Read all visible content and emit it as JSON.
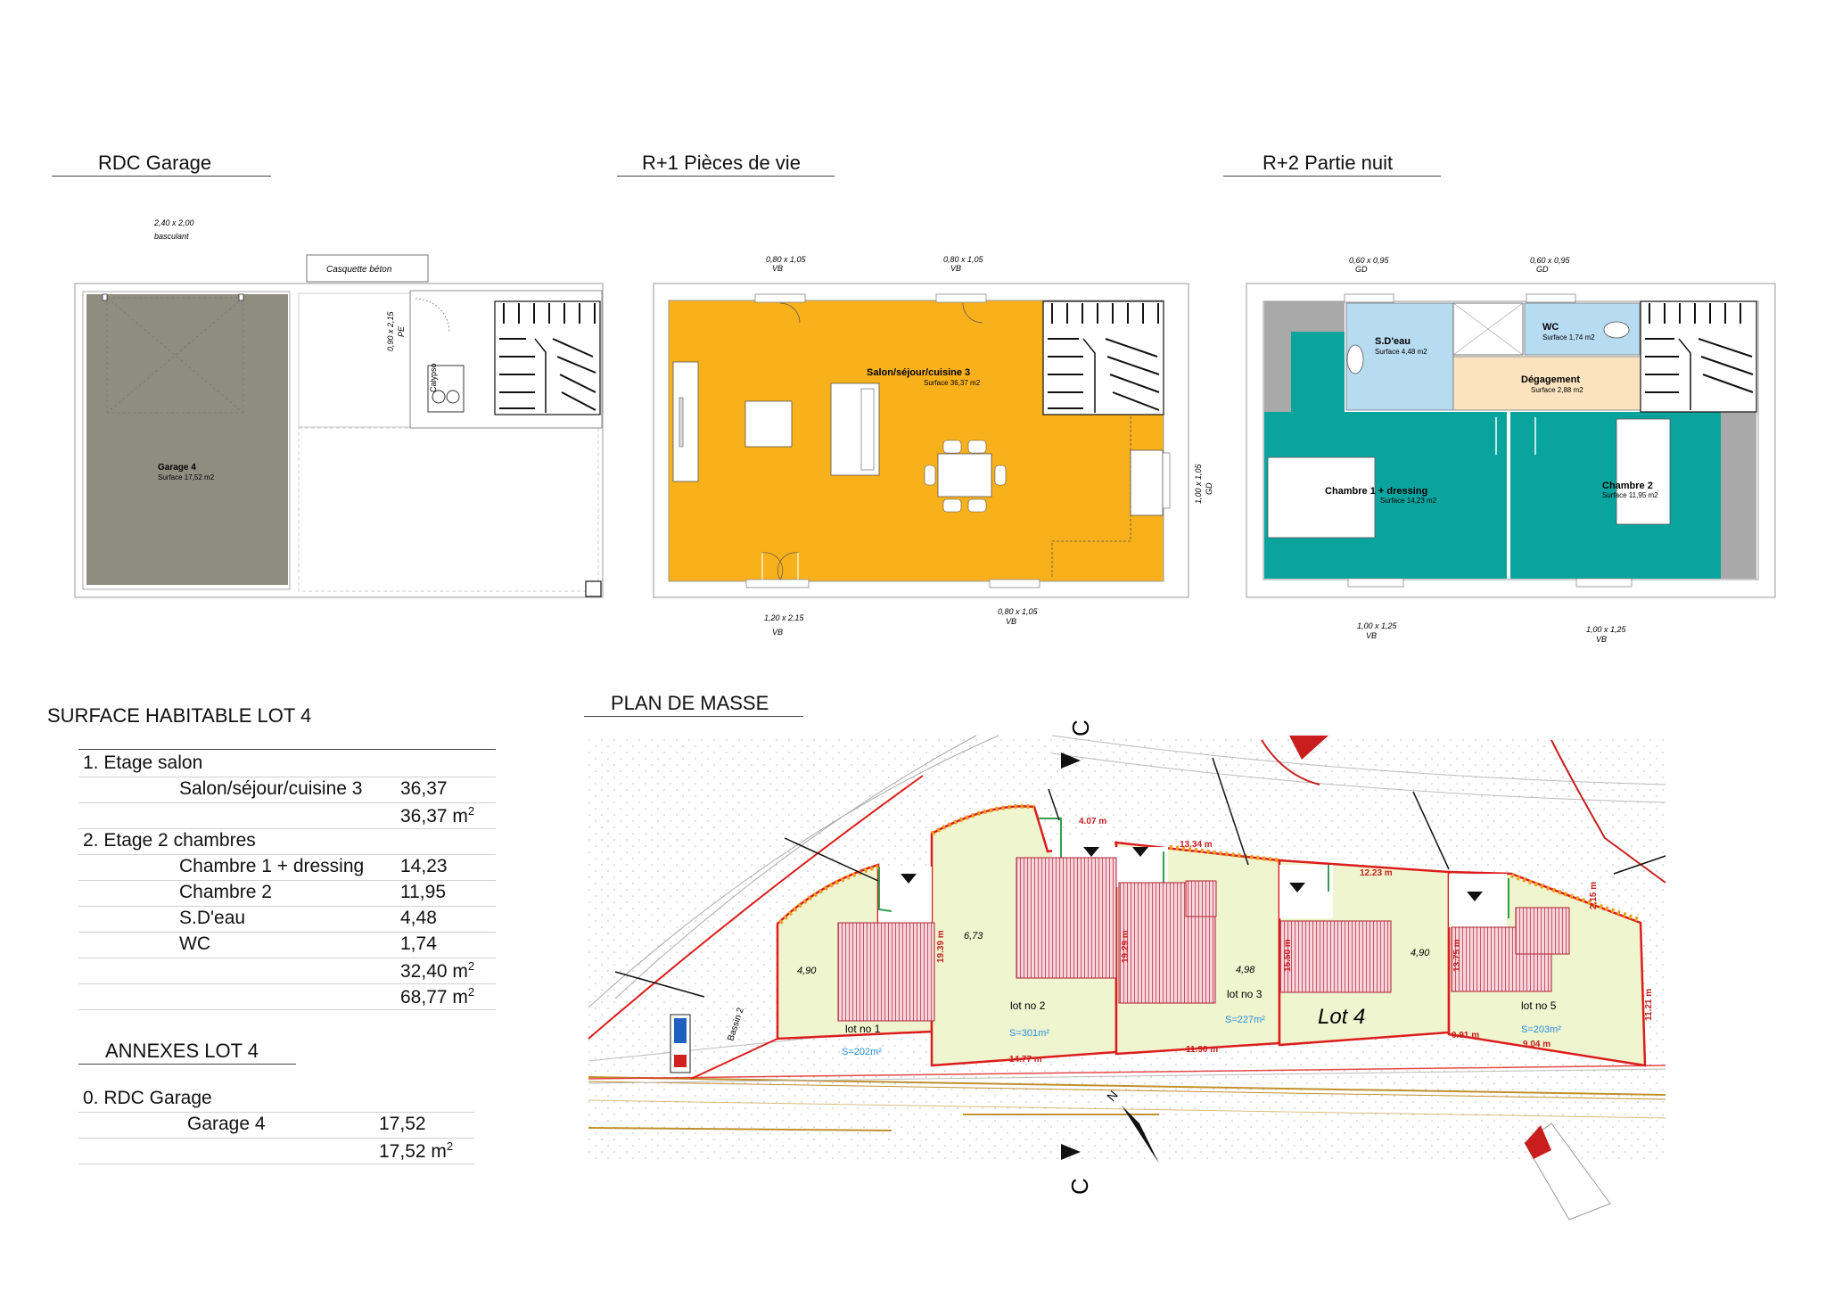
{
  "plans": {
    "rdc": {
      "title": "RDC Garage",
      "door_dim": "2,40 x 2,00",
      "door_type": "basculant",
      "canopy": "Casquette béton",
      "side_door_dim": "0,90 x 2,15",
      "side_door_type": "PE",
      "boiler": "Calypso",
      "room_name": "Garage 4",
      "room_surface": "Surface 17,52 m2"
    },
    "r1": {
      "title": "R+1 Pièces de vie",
      "win_top_left_dim": "0,80 x 1,05",
      "win_top_left_type": "VB",
      "win_top_right_dim": "0,80 x 1,05",
      "win_top_right_type": "VB",
      "win_right_dim": "1,00 x 1,05",
      "win_right_type": "GD",
      "win_bottom_left_dim": "1,20 x 2,15",
      "win_bottom_left_type": "VB",
      "win_bottom_right_dim": "0,80 x 1,05",
      "win_bottom_right_type": "VB",
      "room_name": "Salon/séjour/cuisine 3",
      "room_surface": "Surface 36,37 m2"
    },
    "r2": {
      "title": "R+2 Partie nuit",
      "win_top_left_dim": "0,60 x 0,95",
      "win_top_left_type": "GD",
      "win_top_right_dim": "0,60 x 0,95",
      "win_top_right_type": "GD",
      "win_bottom_left_dim": "1,00 x 1,25",
      "win_bottom_left_type": "VB",
      "win_bottom_right_dim": "1,00 x 1,25",
      "win_bottom_right_type": "VB",
      "sdeau_name": "S.D'eau",
      "sdeau_surface": "Surface 4,48 m2",
      "wc_name": "WC",
      "wc_surface": "Surface 1,74 m2",
      "deg_name": "Dégagement",
      "deg_surface": "Surface 2,88 m2",
      "ch1_name": "Chambre 1 + dressing",
      "ch1_surface": "Surface 14,23 m2",
      "ch2_name": "Chambre 2",
      "ch2_surface": "Surface 11,95 m2"
    }
  },
  "surface_table": {
    "title": "SURFACE HABITABLE LOT 4",
    "floor1_label": "1. Etage salon",
    "floor1_room": "Salon/séjour/cuisine 3",
    "floor1_room_value": "36,37",
    "floor1_total": "36,37 m",
    "floor2_label": "2. Etage 2 chambres",
    "floor2_rooms": [
      {
        "name": "Chambre 1 + dressing",
        "value": "14,23"
      },
      {
        "name": "Chambre 2",
        "value": "11,95"
      },
      {
        "name": "S.D'eau",
        "value": "4,48"
      },
      {
        "name": "WC",
        "value": "1,74"
      }
    ],
    "floor2_total": "32,40 m",
    "grand_total": "68,77 m",
    "unit_exp": "2"
  },
  "annex_table": {
    "title": "ANNEXES LOT 4",
    "floor0_label": "0. RDC Garage",
    "room": "Garage 4",
    "room_value": "17,52",
    "total": "17,52 m",
    "unit_exp": "2"
  },
  "site_plan": {
    "title": "PLAN DE MASSE",
    "lots": [
      {
        "name": "lot no 1",
        "area": "S=202m²",
        "width": "4,90"
      },
      {
        "name": "lot no 2",
        "area": "S=301m²",
        "width": "6,73"
      },
      {
        "name": "lot no 3",
        "area": "S=227m²",
        "width": "4,98"
      },
      {
        "name": "Lot 4",
        "area": "",
        "width": "4,90"
      },
      {
        "name": "lot no 5",
        "area": "S=203m²",
        "width": ""
      }
    ],
    "dims": [
      "4.07 m",
      "13.34 m",
      "12.23 m",
      "19.39 m",
      "19.29 m",
      "15.50 m",
      "13.75 m",
      "11.21 m",
      "14.77 m",
      "11.90 m",
      "9.04 m",
      "0.91 m",
      "2.15 m"
    ],
    "section_letter": "C",
    "north": "N",
    "basin": "Bassin 2"
  },
  "colors": {
    "garage": "#8f8d7f",
    "living": "#f8b01b",
    "wet": "#b7dbf1",
    "corridor": "#fbe3bf",
    "bedroom": "#0aa49f",
    "plot": "#eef5cf",
    "boundary": "#dd1c1c",
    "roof": "#d8687a"
  }
}
